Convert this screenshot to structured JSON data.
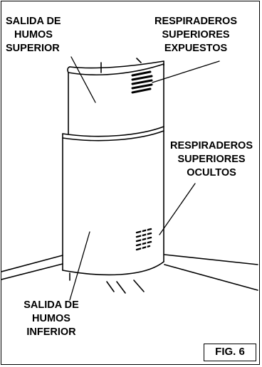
{
  "labels": {
    "upper_outlet": [
      "SALIDA DE",
      "HUMOS",
      "SUPERIOR"
    ],
    "exposed_vents": [
      "RESPIRADEROS",
      "SUPERIORES",
      "EXPUESTOS"
    ],
    "hidden_vents": [
      "RESPIRADEROS",
      "SUPERIORES",
      "OCULTOS"
    ],
    "lower_outlet": [
      "SALIDA DE",
      "HUMOS",
      "INFERIOR"
    ]
  },
  "figure_label": "FIG. 6",
  "colors": {
    "line": "#000000",
    "background": "#ffffff"
  }
}
